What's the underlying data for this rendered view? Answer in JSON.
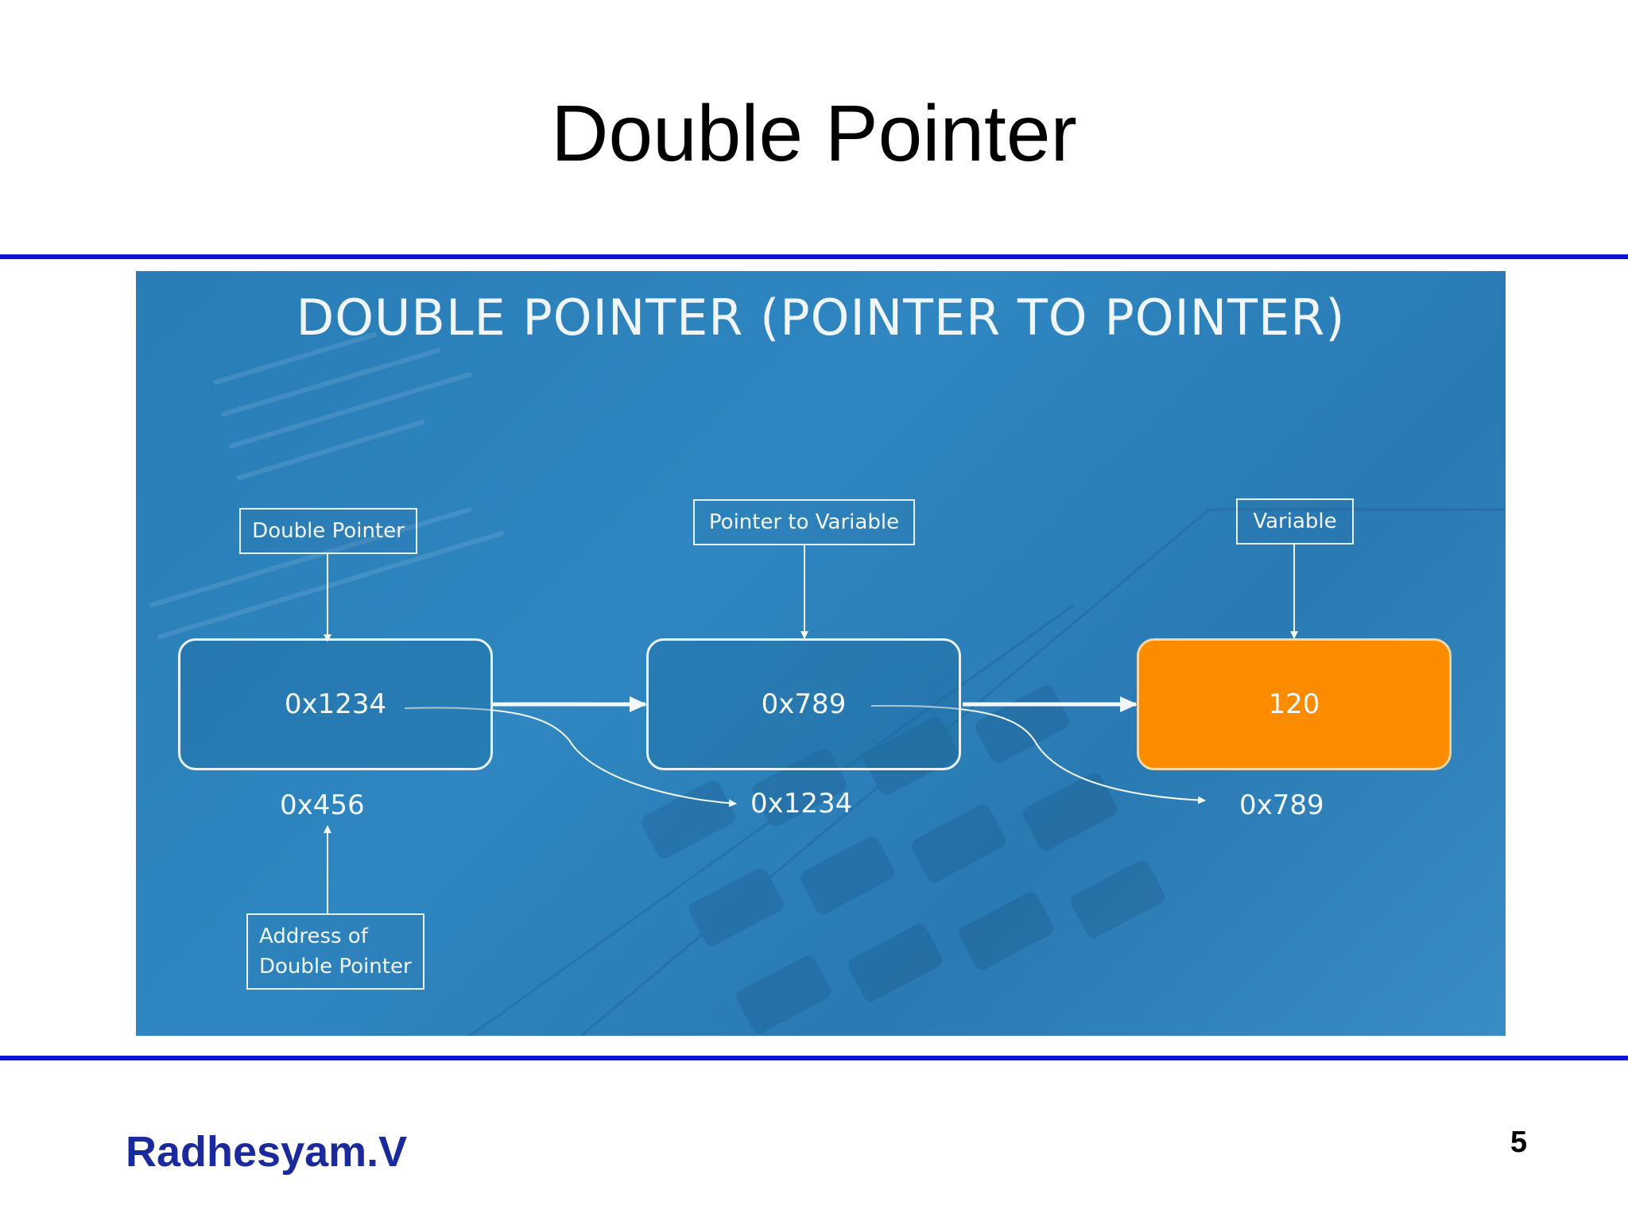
{
  "slide": {
    "title": "Double Pointer",
    "author": "Radhesyam.V",
    "page_number": "5"
  },
  "diagram": {
    "title": "DOUBLE POINTER (POINTER TO POINTER)",
    "labels": {
      "double_pointer": "Double Pointer",
      "pointer_to_variable": "Pointer to Variable",
      "variable": "Variable",
      "address_line1": "Address of",
      "address_line2": "Double Pointer"
    },
    "nodes": [
      {
        "value": "0x1234",
        "address": "0x456"
      },
      {
        "value": "0x789",
        "address": "0x1234"
      },
      {
        "value": "120",
        "address": "0x789"
      }
    ],
    "colors": {
      "background": "#2f86c0",
      "highlight": "#fb8c00",
      "rule": "#0a14d8",
      "author": "#1a2a9c"
    }
  }
}
